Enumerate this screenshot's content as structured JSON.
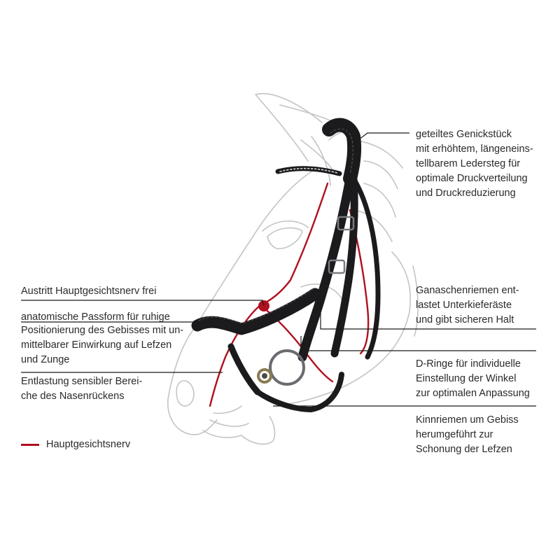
{
  "colors": {
    "nerve": "#b00f1f",
    "outline": "#c4c4c4",
    "leather": "#1b1b1d",
    "leather_edge": "#55555b",
    "leader": "#1a1a1a",
    "text": "#2a2a2a"
  },
  "labels": {
    "left": [
      {
        "id": "austritt",
        "text": "Austritt Hauptgesichtsnerv frei"
      },
      {
        "id": "passform",
        "text": "anatomische Passform für ruhige"
      },
      {
        "id": "positionierung",
        "text": "Positionierung des Gebisses mit un-\nmittelbarer Einwirkung auf Lefzen\nund Zunge"
      },
      {
        "id": "entlastung",
        "text": "Entlastung sensibler Berei-\nche des Nasenrückens"
      }
    ],
    "right": [
      {
        "id": "genickstueck",
        "text": "geteiltes Genickstück\nmit erhöhtem, längeneins-\ntellbarem Ledersteg für\noptimale Druckverteilung\nund Druckreduzierung"
      },
      {
        "id": "ganaschen",
        "text": "Ganaschenriemen ent-\nlastet Unterkieferäste\nund gibt sicheren Halt"
      },
      {
        "id": "d-ringe",
        "text": "D-Ringe für individuelle\nEinstellung der Winkel\nzur optimalen Anpassung"
      },
      {
        "id": "kinnriemen",
        "text": "Kinnriemen um Gebiss\nherumgeführt zur\nSchonung der Lefzen"
      }
    ]
  },
  "legend": {
    "label": "Hauptgesichtsnerv",
    "icon": "red-line"
  }
}
